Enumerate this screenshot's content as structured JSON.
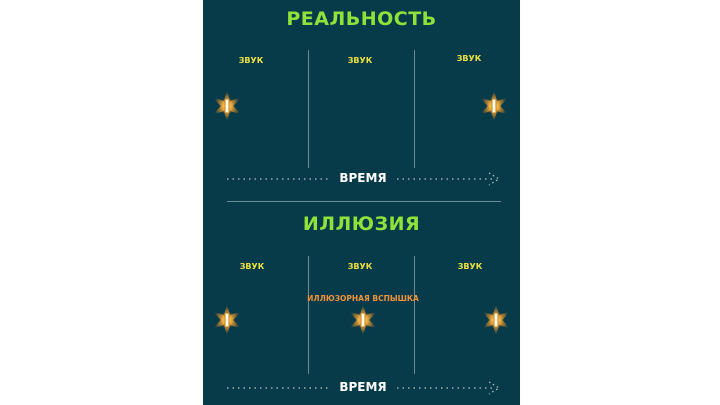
{
  "colors": {
    "background": "#073b4a",
    "title": "#8fe23a",
    "sound_label": "#ece13f",
    "illusory_label": "#f0923a",
    "flash_core": "#fff4c8",
    "flash_glow": "#f2b23a",
    "lines": "#6e8c95"
  },
  "reality": {
    "title": "РЕАЛЬНОСТЬ",
    "sounds": [
      "ЗВУК",
      "ЗВУК",
      "ЗВУК"
    ],
    "time_label": "ВРЕМЯ",
    "flashes": 2
  },
  "illusion": {
    "title": "ИЛЛЮЗИЯ",
    "sounds": [
      "ЗВУК",
      "ЗВУК",
      "ЗВУК"
    ],
    "illusory_flash_label": "ИЛЛЮЗОРНАЯ ВСПЫШКА",
    "time_label": "ВРЕМЯ",
    "flashes": 3
  }
}
